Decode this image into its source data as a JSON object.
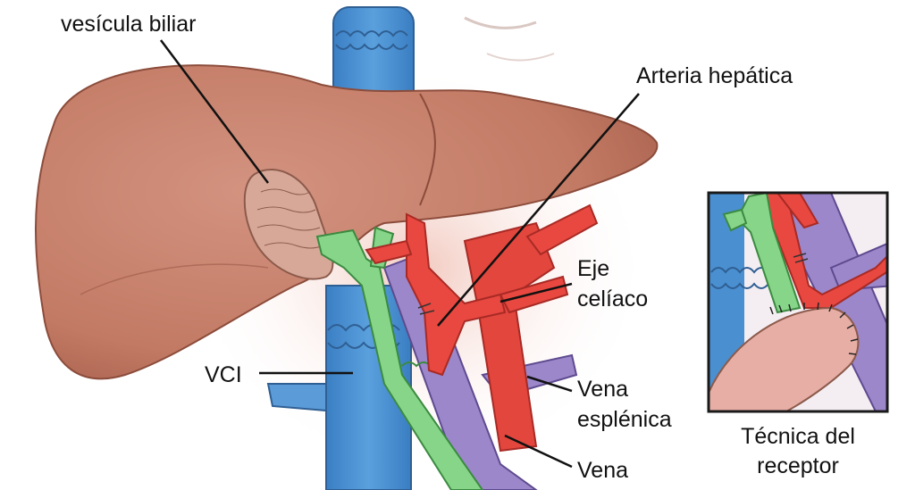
{
  "labels": {
    "gallbladder": "vesícula biliar",
    "hepatic_artery": "Arteria hepática",
    "celiac_axis_line1": "Eje",
    "celiac_axis_line2": "celíaco",
    "ivc": "VCI",
    "splenic_vein_line1": "Vena",
    "splenic_vein_line2": "esplénica",
    "portal_vein": "Vena",
    "inset_caption_line1": "Técnica del",
    "inset_caption_line2": "receptor"
  },
  "colors": {
    "liver": "#c7836c",
    "liver_dark": "#a4604d",
    "ivc": "#4a8fd0",
    "bile_duct": "#86d589",
    "artery": "#e8483f",
    "vein": "#9b87c9",
    "gallbladder": "#d7a898",
    "inset_border": "#1a1a1a"
  }
}
